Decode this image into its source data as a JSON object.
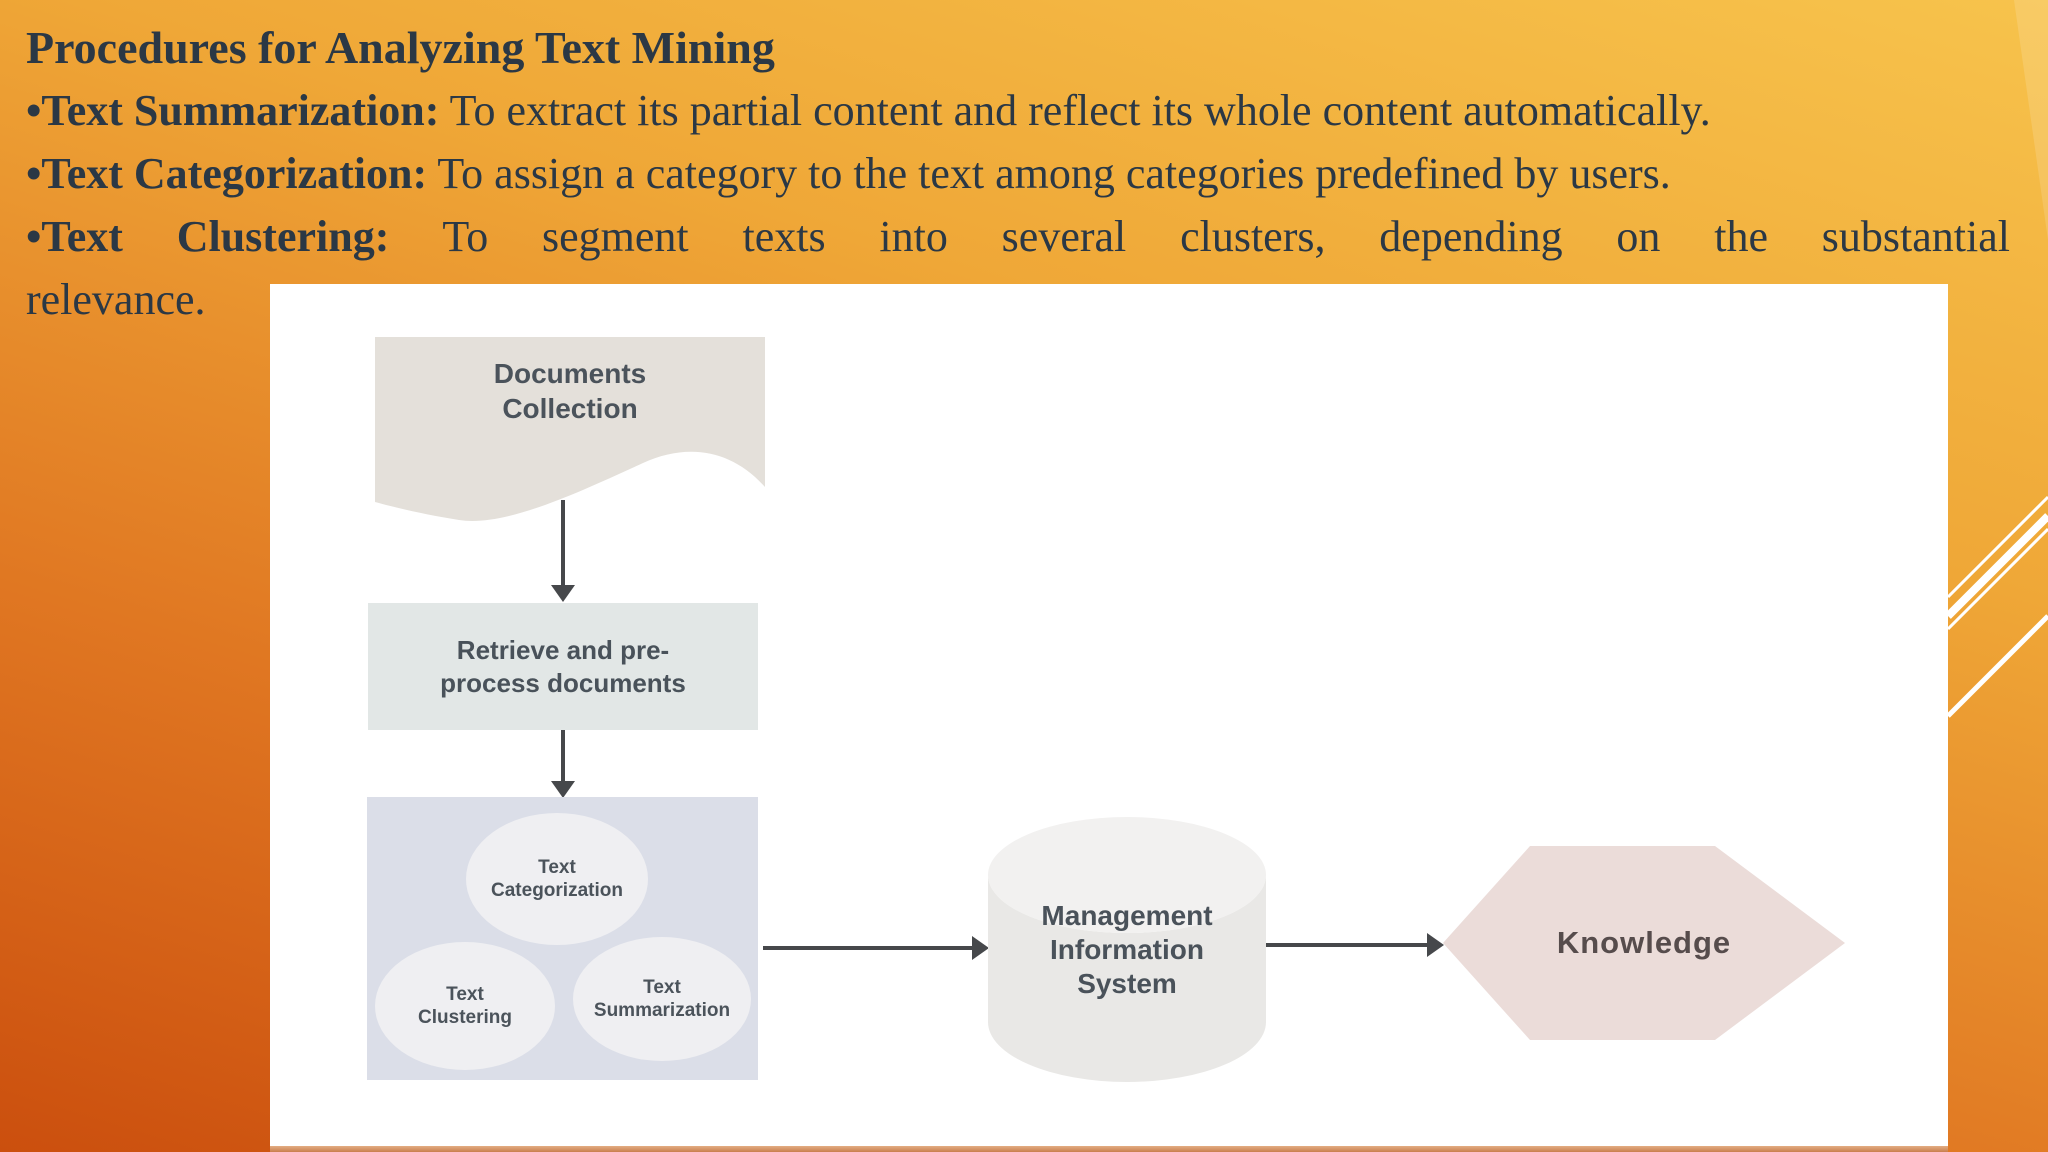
{
  "slide": {
    "title": "Procedures for Analyzing Text Mining",
    "bullets": [
      {
        "lead": "•Text Summarization:",
        "body": "To extract its partial content and reflect its whole content automatically."
      },
      {
        "lead": "•Text Categorization:",
        "body": "To assign a category to the text among categories predefined by users."
      },
      {
        "lead": "•Text Clustering:",
        "body": "To segment texts into several clusters, depending on the substantial",
        "carry": "relevance."
      }
    ]
  },
  "diagram": {
    "documents": {
      "line1": "Documents",
      "line2": "Collection"
    },
    "retrieve": {
      "line1": "Retrieve and pre-",
      "line2": "process documents"
    },
    "ellipses": [
      {
        "line1": "Text",
        "line2": "Categorization"
      },
      {
        "line1": "Text",
        "line2": "Clustering"
      },
      {
        "line1": "Text",
        "line2": "Summarization"
      }
    ],
    "mis": {
      "line1": "Management",
      "line2": "Information",
      "line3": "System"
    },
    "knowledge": {
      "label": "Knowledge"
    }
  },
  "colors": {
    "bg_top_right": "#F7C34C",
    "bg_upper": "#EFA737",
    "bg_lower": "#E07722",
    "bg_bottom_left": "#CB4F0E",
    "slide_text": "#2B3845",
    "panel": "#FFFFFF",
    "document_fill": "#E4E0DA",
    "retrieve_fill": "#E2E7E6",
    "cluster_fill": "#DBDEE8",
    "ellipse_fill": "#EFEFF2",
    "cylinder_fill": "#E9E8E6",
    "cylinder_top_fill": "#F2F1F0",
    "hexagon_fill": "#EBDCD9",
    "diagram_text": "#4B535B",
    "arrow": "#46484B",
    "bottom_strip": "#D18C58",
    "deco_lines": "#FFFFFF"
  }
}
